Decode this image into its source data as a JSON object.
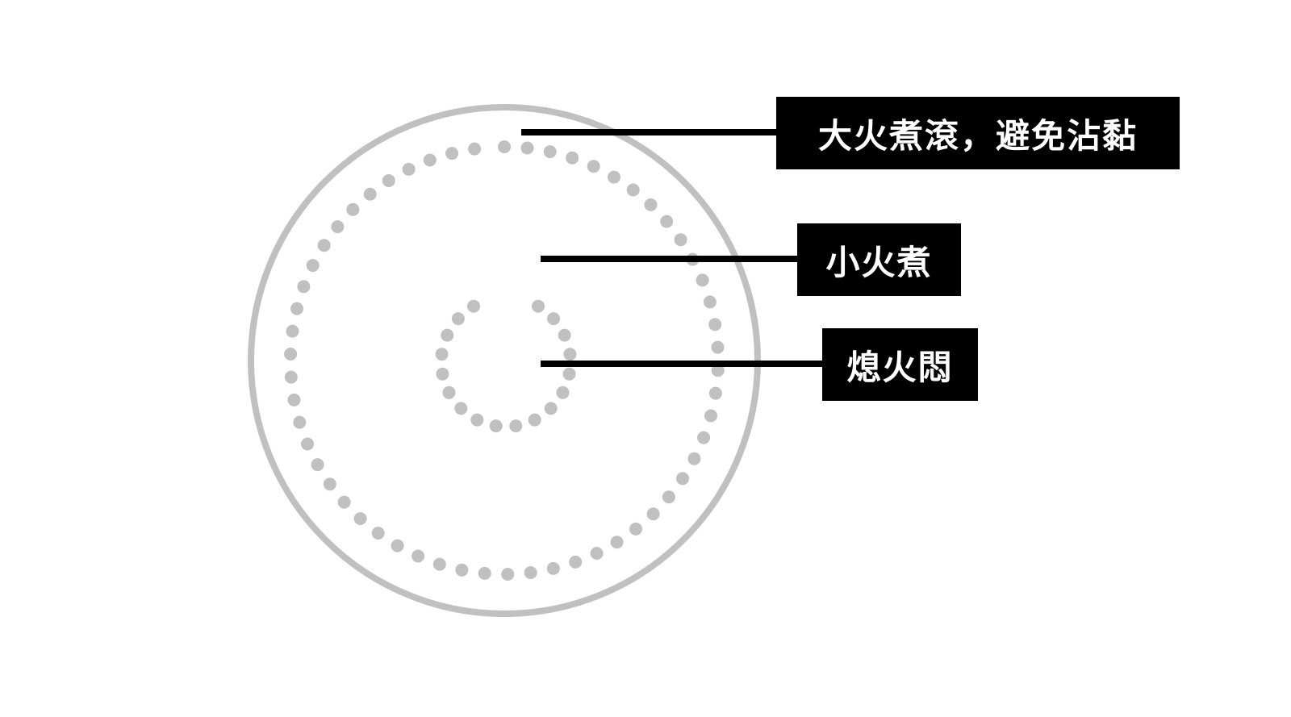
{
  "labels": {
    "high_heat": "大火煮滾，避免沾黏",
    "low_heat": "小火煮",
    "heat_off": "熄火悶"
  },
  "colors": {
    "circle_stroke": "#c0c0c0",
    "dots": "#c0c0c0",
    "leader_line": "#000000",
    "label_background": "#000000",
    "label_text": "#ffffff"
  }
}
